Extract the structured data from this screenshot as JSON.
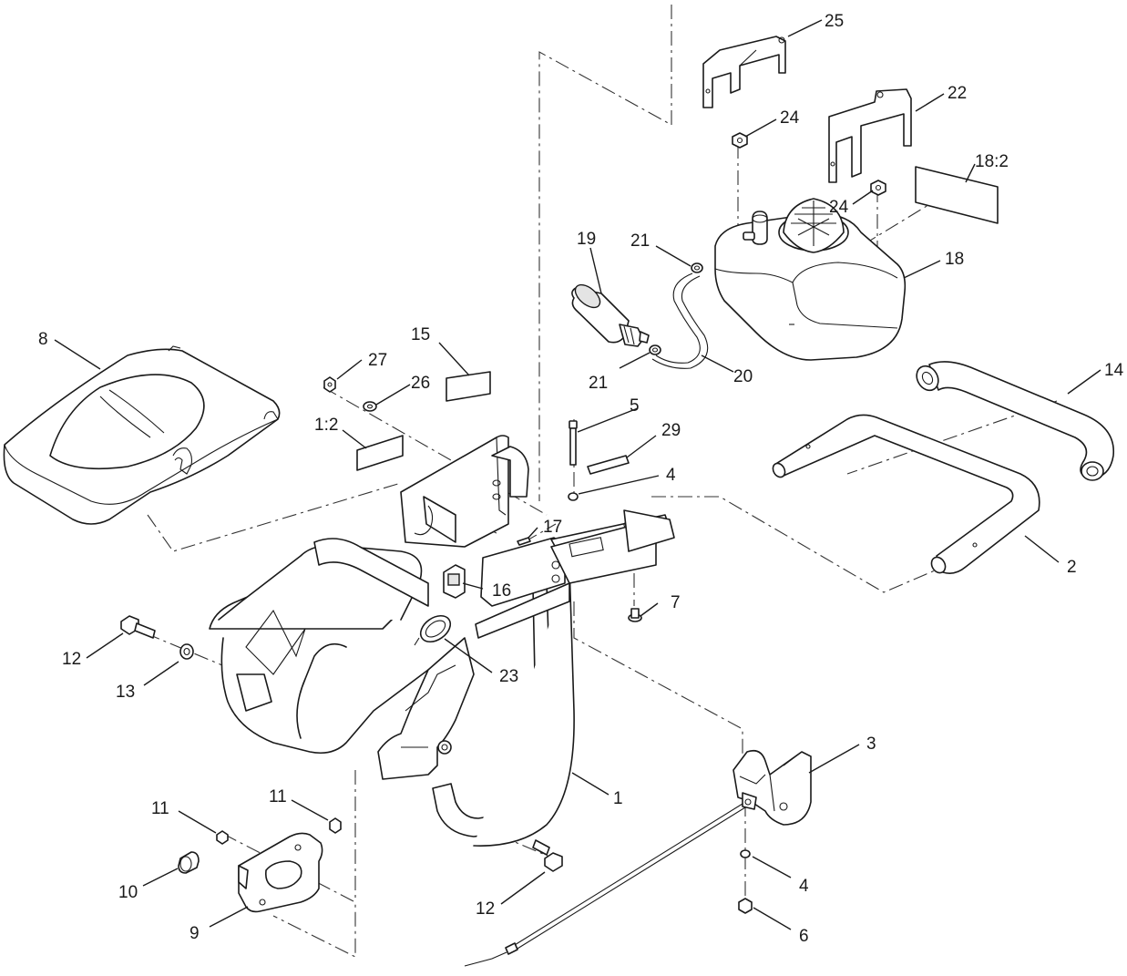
{
  "diagram": {
    "callouts": [
      {
        "id": "c1",
        "text": "1"
      },
      {
        "id": "c1-2",
        "text": "1:2"
      },
      {
        "id": "c2",
        "text": "2"
      },
      {
        "id": "c3",
        "text": "3"
      },
      {
        "id": "c4a",
        "text": "4"
      },
      {
        "id": "c4b",
        "text": "4"
      },
      {
        "id": "c5",
        "text": "5"
      },
      {
        "id": "c6",
        "text": "6"
      },
      {
        "id": "c7",
        "text": "7"
      },
      {
        "id": "c8",
        "text": "8"
      },
      {
        "id": "c9",
        "text": "9"
      },
      {
        "id": "c10",
        "text": "10"
      },
      {
        "id": "c11a",
        "text": "11"
      },
      {
        "id": "c11b",
        "text": "11"
      },
      {
        "id": "c12a",
        "text": "12"
      },
      {
        "id": "c12b",
        "text": "12"
      },
      {
        "id": "c13",
        "text": "13"
      },
      {
        "id": "c14",
        "text": "14"
      },
      {
        "id": "c15",
        "text": "15"
      },
      {
        "id": "c16",
        "text": "16"
      },
      {
        "id": "c17",
        "text": "17"
      },
      {
        "id": "c18",
        "text": "18"
      },
      {
        "id": "c18-2",
        "text": "18:2"
      },
      {
        "id": "c19",
        "text": "19"
      },
      {
        "id": "c20",
        "text": "20"
      },
      {
        "id": "c21a",
        "text": "21"
      },
      {
        "id": "c21b",
        "text": "21"
      },
      {
        "id": "c22",
        "text": "22"
      },
      {
        "id": "c23",
        "text": "23"
      },
      {
        "id": "c24a",
        "text": "24"
      },
      {
        "id": "c24b",
        "text": "24"
      },
      {
        "id": "c25",
        "text": "25"
      },
      {
        "id": "c26",
        "text": "26"
      },
      {
        "id": "c27",
        "text": "27"
      },
      {
        "id": "c29",
        "text": "29"
      }
    ]
  }
}
